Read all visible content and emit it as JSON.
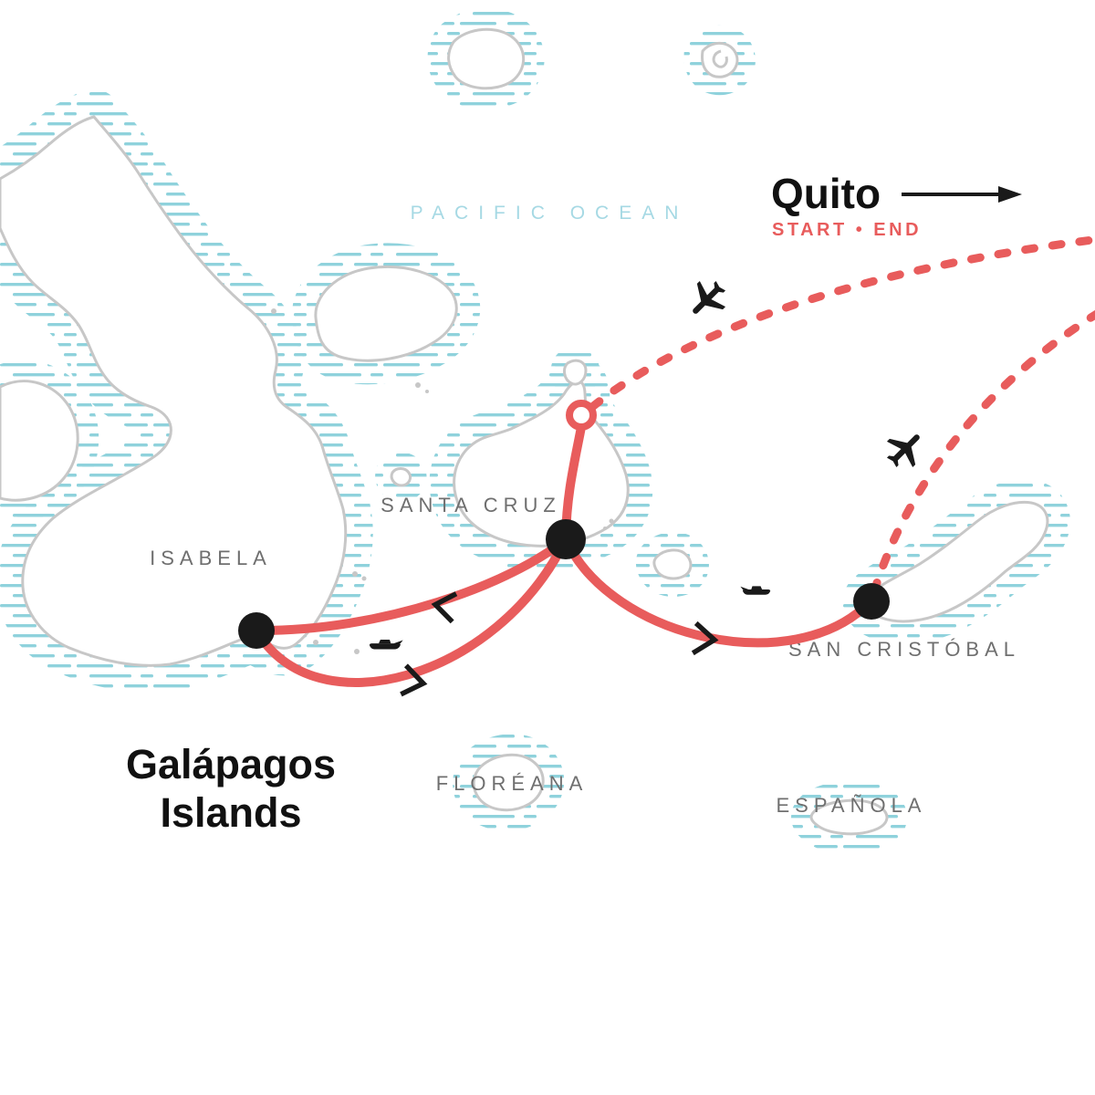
{
  "map": {
    "title": {
      "line1": "Galápagos",
      "line2": "Islands"
    },
    "ocean_label": "PACIFIC OCEAN",
    "city": {
      "name": "Quito",
      "status": "START • END"
    },
    "island_labels": {
      "isabela": "ISABELA",
      "santa_cruz": "SANTA CRUZ",
      "san_cristobal": "SAN CRISTÓBAL",
      "floreana": "FLORÉANA",
      "espanola": "ESPAÑOLA"
    },
    "legend": {
      "flight_icon": "airplane",
      "boat_icon": "motor-yacht",
      "start_marker": "open-ring",
      "stop_marker": "black-dot"
    },
    "colors": {
      "route_red": "#E85C5C",
      "water_hatch_teal": "#8FD2DC",
      "coastline_gray": "#C7C7C7",
      "island_label_gray": "#6F6F6F",
      "ocean_label_blue": "#A6D9E4",
      "marker_black": "#1A1A1A"
    }
  }
}
